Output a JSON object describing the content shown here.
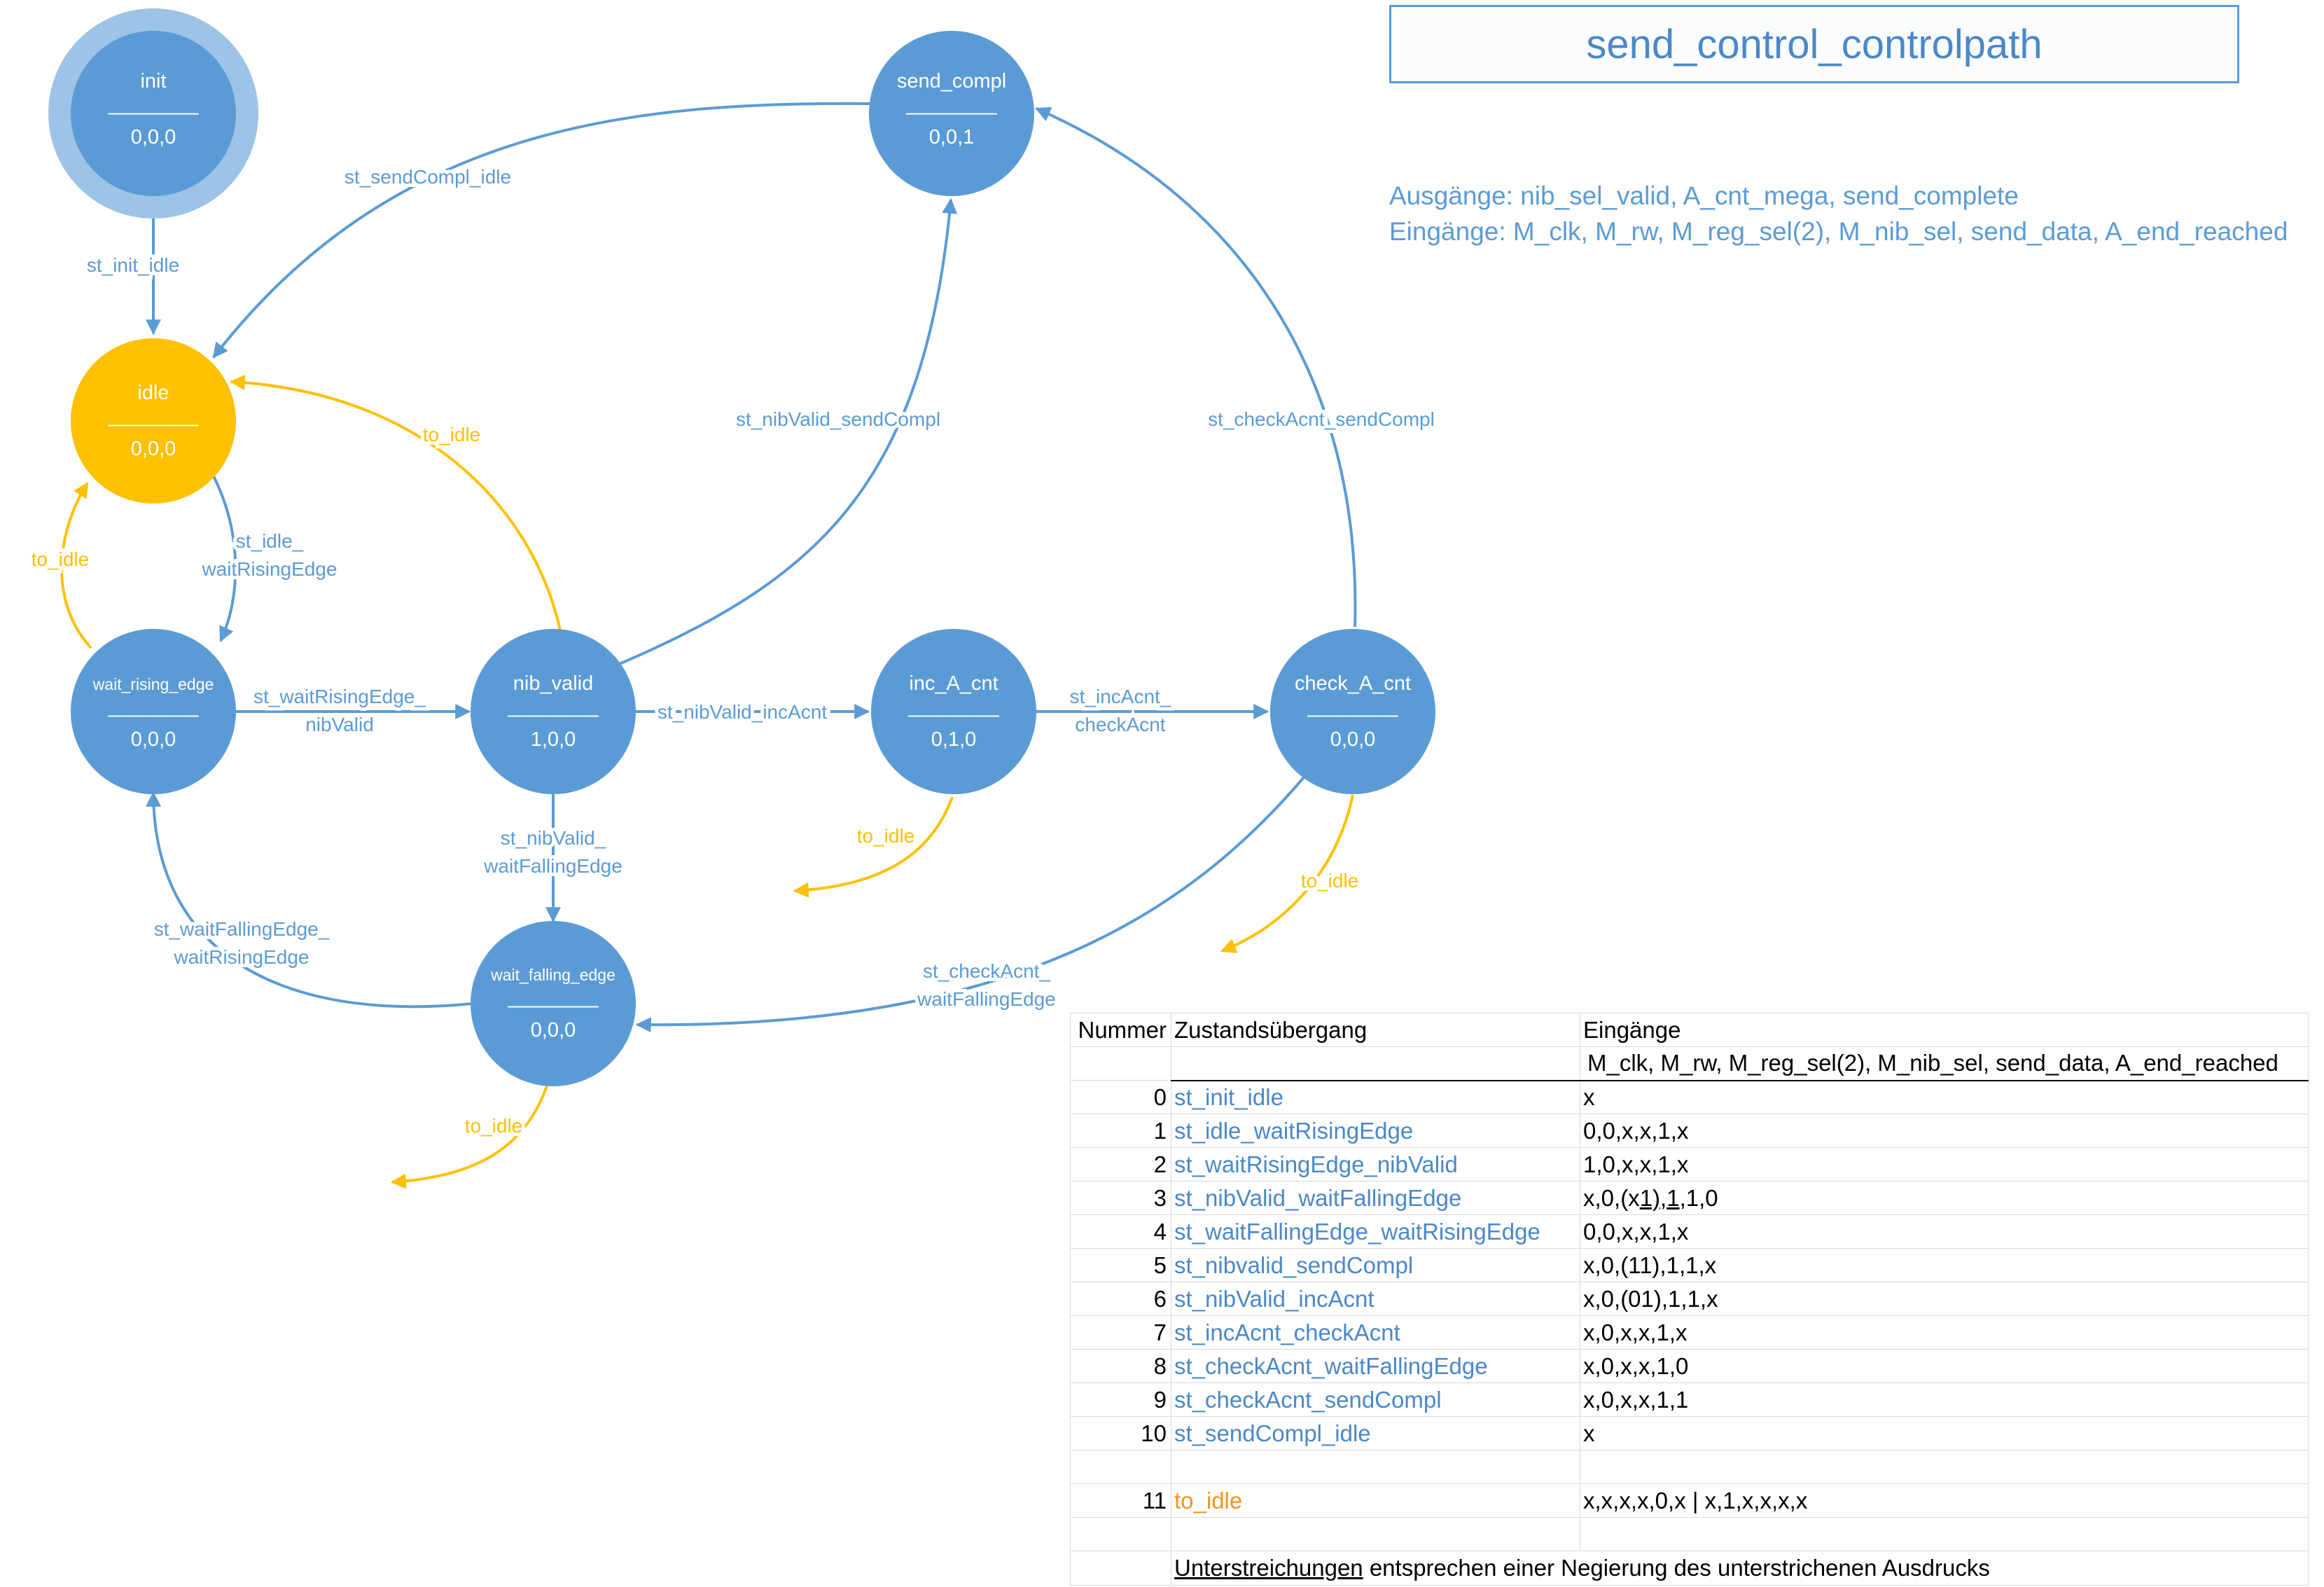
{
  "title": "send_control_controlpath",
  "io": {
    "outputs": "Ausgänge: nib_sel_valid, A_cnt_mega, send_complete",
    "inputs": "Eingänge: M_clk, M_rw, M_reg_sel(2), M_nib_sel, send_data, A_end_reached"
  },
  "states": {
    "init": {
      "name": "init",
      "sep": "________",
      "out": "0,0,0"
    },
    "send_compl": {
      "name": "send_compl",
      "sep": "________",
      "out": "0,0,1"
    },
    "idle": {
      "name": "idle",
      "sep": "________",
      "out": "0,0,0"
    },
    "wait_rising_edge": {
      "name": "wait_rising_edge",
      "sep": "________",
      "out": "0,0,0"
    },
    "nib_valid": {
      "name": "nib_valid",
      "sep": "________",
      "out": "1,0,0"
    },
    "inc_A_cnt": {
      "name": "inc_A_cnt",
      "sep": "________",
      "out": "0,1,0"
    },
    "check_A_cnt": {
      "name": "check_A_cnt",
      "sep": "________",
      "out": "0,0,0"
    },
    "wait_falling_edge": {
      "name": "wait_falling_edge",
      "sep": "________",
      "out": "0,0,0"
    }
  },
  "labels": {
    "st_sendCompl_idle": "st_sendCompl_idle",
    "st_init_idle": "st_init_idle",
    "st_nibValid_sendCompl": "st_nibValid_sendCompl",
    "st_checkAcnt_sendCompl": "st_checkAcnt_sendCompl",
    "st_idle_wait_1": "st_idle_",
    "st_idle_wait_2": "waitRisingEdge",
    "st_waitRising_1": "st_waitRisingEdge_",
    "st_waitRising_2": "nibValid",
    "st_nibValid_incAcnt": "st_nibValid_incAcnt",
    "st_incAcnt_1": "st_incAcnt_",
    "st_incAcnt_2": "checkAcnt",
    "st_nibValid_wait_1": "st_nibValid_",
    "st_nibValid_wait_2": "waitFallingEdge",
    "st_waitFalling_1": "st_waitFallingEdge_",
    "st_waitFalling_2": "waitRisingEdge",
    "st_checkAcnt_wait_1": "st_checkAcnt_",
    "st_checkAcnt_wait_2": "waitFallingEdge",
    "to_idle": "to_idle"
  },
  "table": {
    "headers": {
      "num": "Nummer",
      "trans": "Zustandsübergang",
      "inp": "Eingänge"
    },
    "input_header": "M_clk, M_rw, M_reg_sel(2), M_nib_sel, send_data, A_end_reached",
    "rows": [
      {
        "num": "0",
        "trans": "st_init_idle",
        "inp": "x"
      },
      {
        "num": "1",
        "trans": "st_idle_waitRisingEdge",
        "inp": "0,0,x,x,1,x"
      },
      {
        "num": "2",
        "trans": "st_waitRisingEdge_nibValid",
        "inp": "1,0,x,x,1,x"
      },
      {
        "num": "3",
        "trans": "st_nibValid_waitFallingEdge",
        "inp_a": "x,0,(x",
        "inp_u1": "1)",
        "inp_b": ",",
        "inp_u2": "1",
        "inp_c": ",1,0"
      },
      {
        "num": "4",
        "trans": "st_waitFallingEdge_waitRisingEdge",
        "inp": "0,0,x,x,1,x"
      },
      {
        "num": "5",
        "trans": "st_nibvalid_sendCompl",
        "inp": "x,0,(11),1,1,x"
      },
      {
        "num": "6",
        "trans": "st_nibValid_incAcnt",
        "inp": "x,0,(01),1,1,x"
      },
      {
        "num": "7",
        "trans": "st_incAcnt_checkAcnt",
        "inp": "x,0,x,x,1,x"
      },
      {
        "num": "8",
        "trans": "st_checkAcnt_waitFallingEdge",
        "inp": "x,0,x,x,1,0"
      },
      {
        "num": "9",
        "trans": "st_checkAcnt_sendCompl",
        "inp": "x,0,x,x,1,1"
      },
      {
        "num": "10",
        "trans": "st_sendCompl_idle",
        "inp": "x"
      },
      {
        "num": "11",
        "trans": "to_idle",
        "inp": "x,x,x,x,0,x | x,1,x,x,x,x"
      }
    ],
    "footnote_ul": "Unterstreichungen",
    "footnote_rest": " entsprechen einer Negierung des unterstrichenen Ausdrucks"
  },
  "colors": {
    "state": "#5b9bd5",
    "idle": "#ffc000",
    "init_ring": "#9dc3e6",
    "arrow": "#5b9bd5",
    "to_idle": "#ffc000"
  }
}
